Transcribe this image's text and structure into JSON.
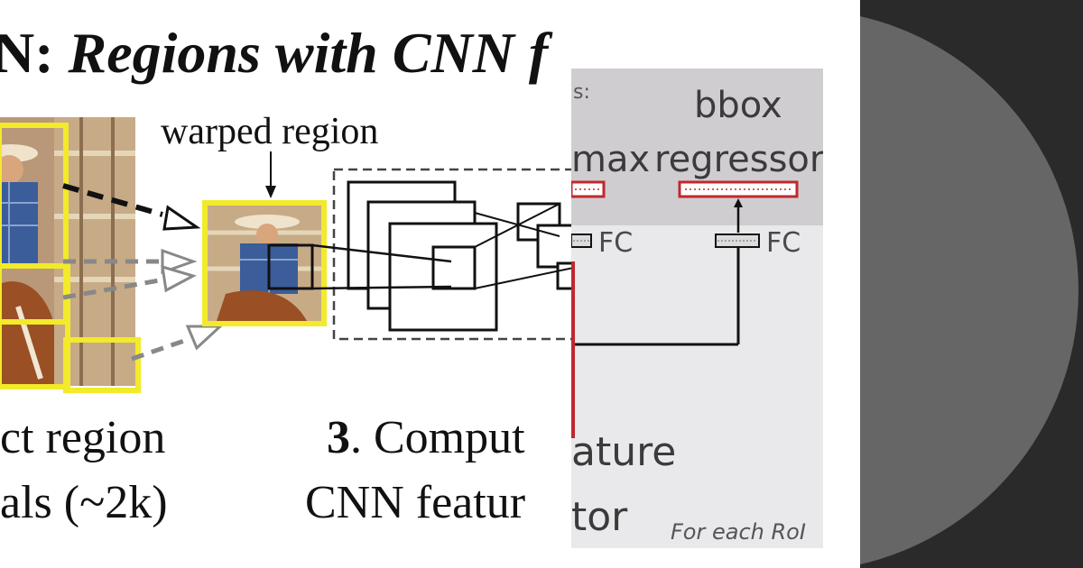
{
  "rcnn": {
    "title_plain": "N: ",
    "title_italic": "Regions with CNN f",
    "warped_label": "warped region",
    "step2_line1": "ct region",
    "step2_line2": "als (~2k)",
    "step3_num": "3",
    "step3_line1": ". Comput",
    "step3_line2": "CNN featur"
  },
  "fast": {
    "top_snippet": "s:",
    "softmax_label": "max",
    "bbox_line1": "bbox",
    "bbox_line2": "regressor",
    "fc_left": "FC",
    "fc_right": "FC",
    "feature_line1": "ature",
    "feature_line2": "tor",
    "footer": "For each RoI"
  },
  "colors": {
    "highlight_yellow": "#f2ea2a",
    "accent_red": "#c0282d",
    "panel_gray": "#e9e8ea",
    "band_gray": "#cfcdd0",
    "deco_dark": "#2a2a2a",
    "deco_circle": "#666666"
  }
}
